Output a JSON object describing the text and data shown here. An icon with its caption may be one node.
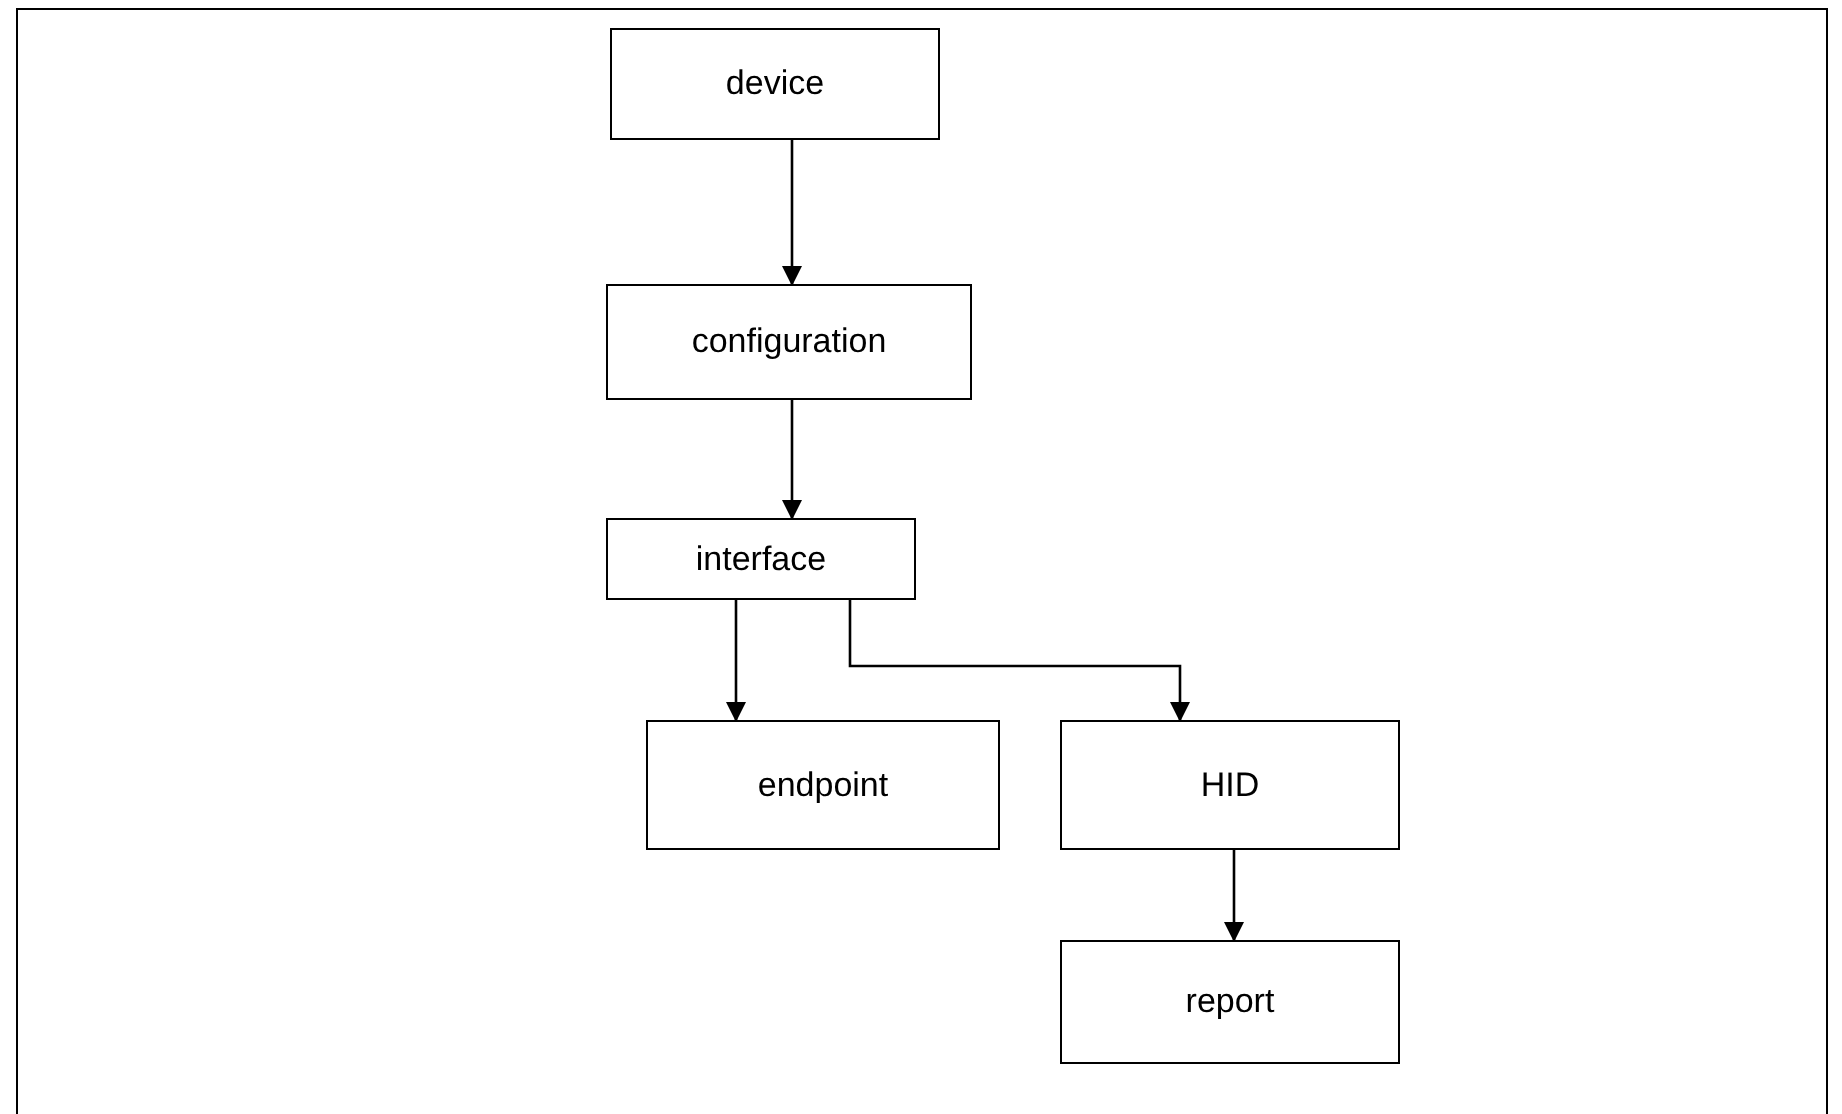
{
  "diagram": {
    "nodes": [
      {
        "text": [
          "device"
        ]
      },
      {
        "text": [
          "configuration"
        ]
      },
      {
        "text": [
          "interface"
        ]
      },
      {
        "text": [
          "endpoint"
        ]
      },
      {
        "text": [
          "HID"
        ]
      },
      {
        "text": [
          "report"
        ]
      }
    ],
    "edges": [
      {
        "from": 0,
        "to": 1,
        "arrow": "to"
      },
      {
        "from": 1,
        "to": 2,
        "arrow": "to"
      },
      {
        "from": 2,
        "to": 3,
        "arrow": "to"
      },
      {
        "from": 2,
        "to": 4,
        "arrow": "to"
      },
      {
        "from": 4,
        "to": 5,
        "arrow": "to"
      }
    ]
  }
}
